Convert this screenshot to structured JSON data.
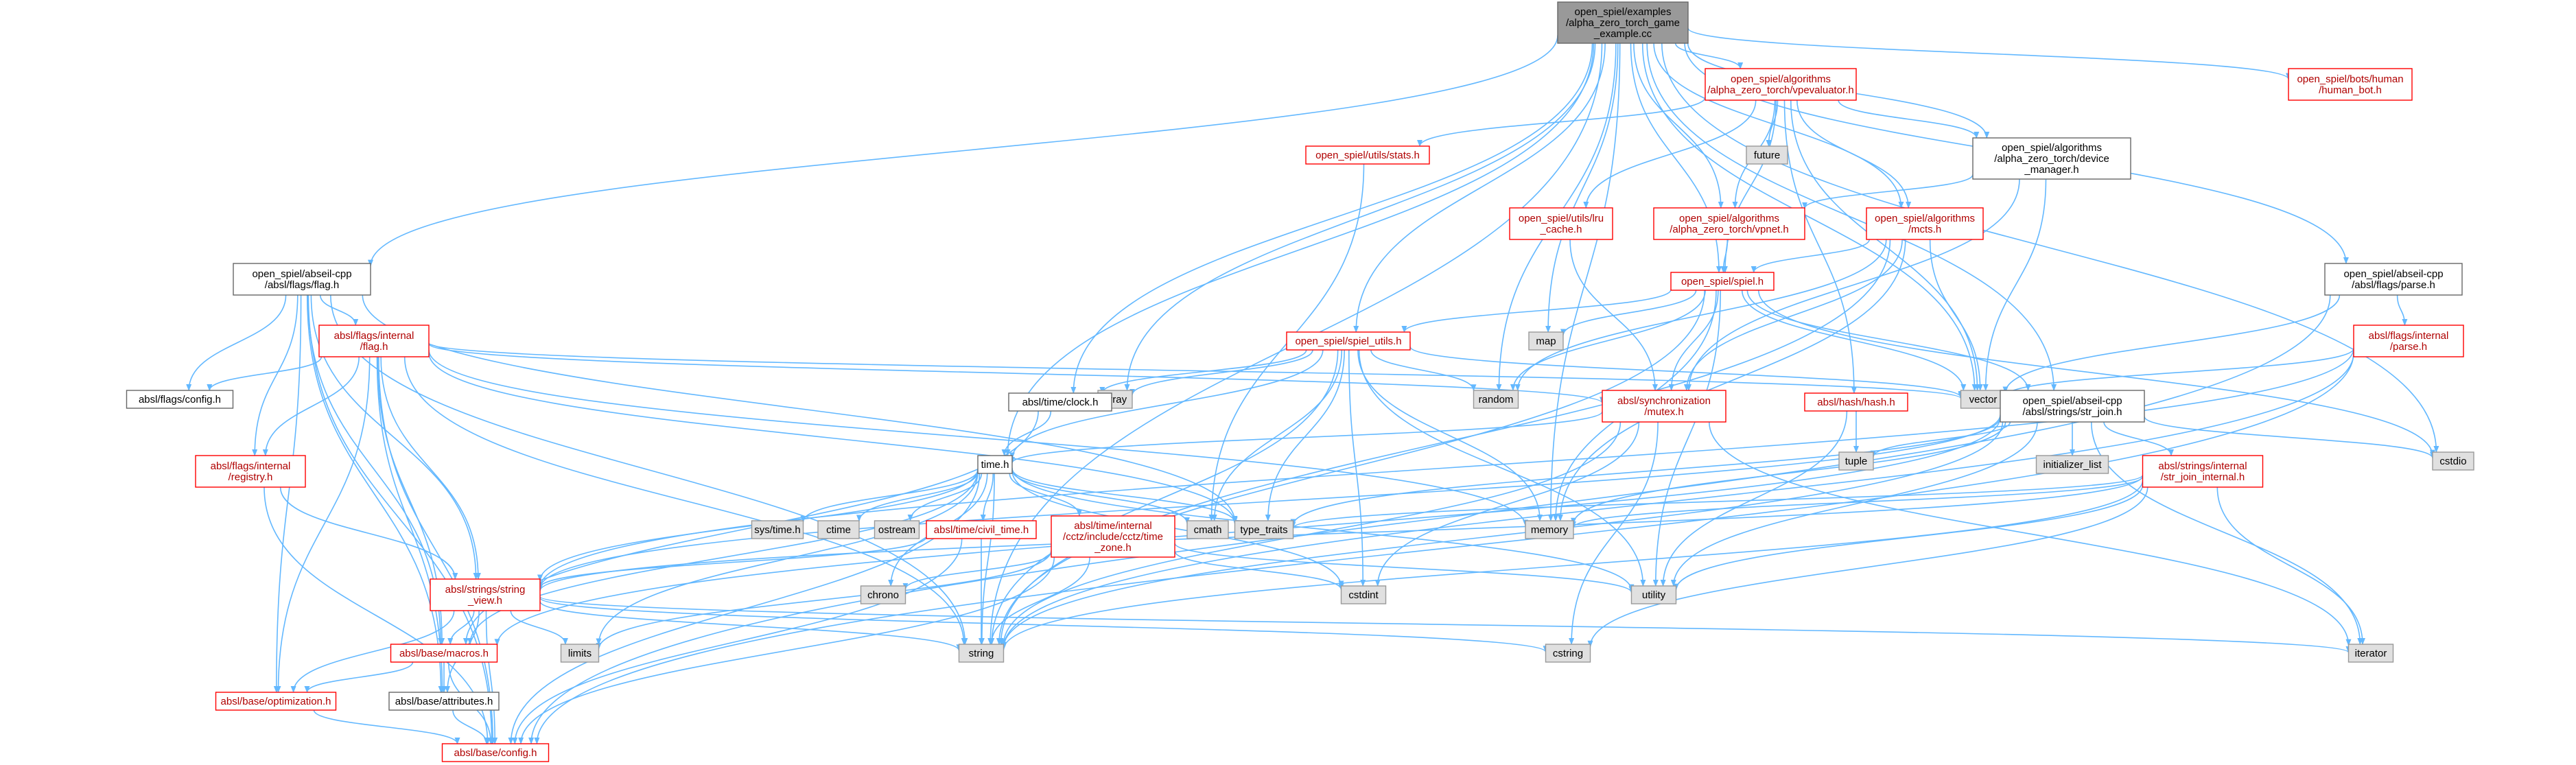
{
  "graph": {
    "colors": {
      "edge": "#63b8ff",
      "red_border": "#ff0000",
      "red_text": "#b00000",
      "black_border": "#666666",
      "gray_fill": "#e0e0e0",
      "root_fill": "#999999"
    },
    "nodes": [
      {
        "id": "root",
        "label": [
          "open_spiel/examples",
          "/alpha_zero_torch_game",
          "_example.cc"
        ],
        "style": "root"
      },
      {
        "id": "vpevaluator",
        "label": [
          "open_spiel/algorithms",
          "/alpha_zero_torch/vpevaluator.h"
        ],
        "style": "red"
      },
      {
        "id": "human_bot",
        "label": [
          "open_spiel/bots/human",
          "/human_bot.h"
        ],
        "style": "red"
      },
      {
        "id": "stats",
        "label": [
          "open_spiel/utils/stats.h"
        ],
        "style": "red"
      },
      {
        "id": "future",
        "label": [
          "future"
        ],
        "style": "gray"
      },
      {
        "id": "device_manager",
        "label": [
          "open_spiel/algorithms",
          "/alpha_zero_torch/device",
          "_manager.h"
        ],
        "style": "black"
      },
      {
        "id": "lru_cache",
        "label": [
          "open_spiel/utils/lru",
          "_cache.h"
        ],
        "style": "red"
      },
      {
        "id": "vpnet",
        "label": [
          "open_spiel/algorithms",
          "/alpha_zero_torch/vpnet.h"
        ],
        "style": "red"
      },
      {
        "id": "mcts",
        "label": [
          "open_spiel/algorithms",
          "/mcts.h"
        ],
        "style": "red"
      },
      {
        "id": "flag_h",
        "label": [
          "open_spiel/abseil-cpp",
          "/absl/flags/flag.h"
        ],
        "style": "black"
      },
      {
        "id": "parse_h",
        "label": [
          "open_spiel/abseil-cpp",
          "/absl/flags/parse.h"
        ],
        "style": "black"
      },
      {
        "id": "spiel_h",
        "label": [
          "open_spiel/spiel.h"
        ],
        "style": "red"
      },
      {
        "id": "internal_flag",
        "label": [
          "absl/flags/internal",
          "/flag.h"
        ],
        "style": "red"
      },
      {
        "id": "internal_parse",
        "label": [
          "absl/flags/internal",
          "/parse.h"
        ],
        "style": "red"
      },
      {
        "id": "spiel_utils",
        "label": [
          "open_spiel/spiel_utils.h"
        ],
        "style": "red"
      },
      {
        "id": "map",
        "label": [
          "map"
        ],
        "style": "gray"
      },
      {
        "id": "flags_config",
        "label": [
          "absl/flags/config.h"
        ],
        "style": "black"
      },
      {
        "id": "array",
        "label": [
          "array"
        ],
        "style": "gray"
      },
      {
        "id": "random",
        "label": [
          "random"
        ],
        "style": "gray"
      },
      {
        "id": "vector",
        "label": [
          "vector"
        ],
        "style": "gray"
      },
      {
        "id": "clock_h",
        "label": [
          "absl/time/clock.h"
        ],
        "style": "black"
      },
      {
        "id": "mutex_h",
        "label": [
          "absl/synchronization",
          "/mutex.h"
        ],
        "style": "red"
      },
      {
        "id": "hash_h",
        "label": [
          "absl/hash/hash.h"
        ],
        "style": "red"
      },
      {
        "id": "str_join",
        "label": [
          "open_spiel/abseil-cpp",
          "/absl/strings/str_join.h"
        ],
        "style": "black"
      },
      {
        "id": "registry",
        "label": [
          "absl/flags/internal",
          "/registry.h"
        ],
        "style": "red"
      },
      {
        "id": "tuple",
        "label": [
          "tuple"
        ],
        "style": "gray"
      },
      {
        "id": "cstdio",
        "label": [
          "cstdio"
        ],
        "style": "gray"
      },
      {
        "id": "time_h",
        "label": [
          "time.h"
        ],
        "style": "black"
      },
      {
        "id": "initializer_list",
        "label": [
          "initializer_list"
        ],
        "style": "gray"
      },
      {
        "id": "str_join_internal",
        "label": [
          "absl/strings/internal",
          "/str_join_internal.h"
        ],
        "style": "red"
      },
      {
        "id": "sys_time",
        "label": [
          "sys/time.h"
        ],
        "style": "gray"
      },
      {
        "id": "ctime",
        "label": [
          "ctime"
        ],
        "style": "gray"
      },
      {
        "id": "ostream",
        "label": [
          "ostream"
        ],
        "style": "gray"
      },
      {
        "id": "civil_time",
        "label": [
          "absl/time/civil_time.h"
        ],
        "style": "red"
      },
      {
        "id": "cctz_time_zone",
        "label": [
          "absl/time/internal",
          "/cctz/include/cctz/time",
          "_zone.h"
        ],
        "style": "red"
      },
      {
        "id": "cmath",
        "label": [
          "cmath"
        ],
        "style": "gray"
      },
      {
        "id": "type_traits",
        "label": [
          "type_traits"
        ],
        "style": "gray"
      },
      {
        "id": "memory",
        "label": [
          "memory"
        ],
        "style": "gray"
      },
      {
        "id": "string_view",
        "label": [
          "absl/strings/string",
          "_view.h"
        ],
        "style": "red"
      },
      {
        "id": "chrono",
        "label": [
          "chrono"
        ],
        "style": "gray"
      },
      {
        "id": "cstdint",
        "label": [
          "cstdint"
        ],
        "style": "gray"
      },
      {
        "id": "utility",
        "label": [
          "utility"
        ],
        "style": "gray"
      },
      {
        "id": "limits",
        "label": [
          "limits"
        ],
        "style": "gray"
      },
      {
        "id": "macros_h",
        "label": [
          "absl/base/macros.h"
        ],
        "style": "red"
      },
      {
        "id": "string",
        "label": [
          "string"
        ],
        "style": "gray"
      },
      {
        "id": "cstring",
        "label": [
          "cstring"
        ],
        "style": "gray"
      },
      {
        "id": "iterator",
        "label": [
          "iterator"
        ],
        "style": "gray"
      },
      {
        "id": "optimization_h",
        "label": [
          "absl/base/optimization.h"
        ],
        "style": "red"
      },
      {
        "id": "attributes_h",
        "label": [
          "absl/base/attributes.h"
        ],
        "style": "black"
      },
      {
        "id": "config_h",
        "label": [
          "absl/base/config.h"
        ],
        "style": "red"
      }
    ],
    "edges": [
      [
        "root",
        "vpevaluator"
      ],
      [
        "root",
        "human_bot"
      ],
      [
        "root",
        "vpnet"
      ],
      [
        "root",
        "mcts"
      ],
      [
        "root",
        "flag_h"
      ],
      [
        "root",
        "parse_h"
      ],
      [
        "root",
        "spiel_h"
      ],
      [
        "root",
        "spiel_utils"
      ],
      [
        "root",
        "map"
      ],
      [
        "root",
        "array"
      ],
      [
        "root",
        "random"
      ],
      [
        "root",
        "vector"
      ],
      [
        "root",
        "clock_h"
      ],
      [
        "root",
        "str_join"
      ],
      [
        "root",
        "cstdio"
      ],
      [
        "root",
        "time_h"
      ],
      [
        "root",
        "memory"
      ],
      [
        "root",
        "string"
      ],
      [
        "root",
        "device_manager"
      ],
      [
        "vpevaluator",
        "stats"
      ],
      [
        "vpevaluator",
        "future"
      ],
      [
        "vpevaluator",
        "device_manager"
      ],
      [
        "vpevaluator",
        "lru_cache"
      ],
      [
        "vpevaluator",
        "vpnet"
      ],
      [
        "vpevaluator",
        "mcts"
      ],
      [
        "vpevaluator",
        "spiel_h"
      ],
      [
        "vpevaluator",
        "hash_h"
      ],
      [
        "vpevaluator",
        "vector"
      ],
      [
        "device_manager",
        "vpnet"
      ],
      [
        "device_manager",
        "mutex_h"
      ],
      [
        "device_manager",
        "vector"
      ],
      [
        "lru_cache",
        "mutex_h"
      ],
      [
        "stats",
        "cmath"
      ],
      [
        "vpnet",
        "spiel_h"
      ],
      [
        "mcts",
        "spiel_h"
      ],
      [
        "mcts",
        "random"
      ],
      [
        "mcts",
        "memory"
      ],
      [
        "mcts",
        "vector"
      ],
      [
        "mcts",
        "string"
      ],
      [
        "mcts",
        "mutex_h"
      ],
      [
        "spiel_h",
        "spiel_utils"
      ],
      [
        "spiel_h",
        "map"
      ],
      [
        "spiel_h",
        "random"
      ],
      [
        "spiel_h",
        "mutex_h"
      ],
      [
        "spiel_h",
        "str_join"
      ],
      [
        "spiel_h",
        "vector"
      ],
      [
        "spiel_h",
        "memory"
      ],
      [
        "spiel_h",
        "string"
      ],
      [
        "spiel_h",
        "utility"
      ],
      [
        "spiel_h",
        "cstdio"
      ],
      [
        "flag_h",
        "internal_flag"
      ],
      [
        "flag_h",
        "flags_config"
      ],
      [
        "flag_h",
        "registry"
      ],
      [
        "flag_h",
        "string_view"
      ],
      [
        "flag_h",
        "optimization_h"
      ],
      [
        "flag_h",
        "attributes_h"
      ],
      [
        "flag_h",
        "config_h"
      ],
      [
        "flag_h",
        "type_traits"
      ],
      [
        "flag_h",
        "string"
      ],
      [
        "flag_h",
        "macros_h"
      ],
      [
        "parse_h",
        "internal_parse"
      ],
      [
        "parse_h",
        "vector"
      ],
      [
        "parse_h",
        "config_h"
      ],
      [
        "internal_parse",
        "vector"
      ],
      [
        "internal_parse",
        "string"
      ],
      [
        "internal_parse",
        "string_view"
      ],
      [
        "internal_parse",
        "config_h"
      ],
      [
        "internal_flag",
        "flags_config"
      ],
      [
        "internal_flag",
        "registry"
      ],
      [
        "internal_flag",
        "mutex_h"
      ],
      [
        "internal_flag",
        "string_view"
      ],
      [
        "internal_flag",
        "optimization_h"
      ],
      [
        "internal_flag",
        "attributes_h"
      ],
      [
        "internal_flag",
        "config_h"
      ],
      [
        "internal_flag",
        "memory"
      ],
      [
        "internal_flag",
        "string"
      ],
      [
        "internal_flag",
        "type_traits"
      ],
      [
        "internal_flag",
        "vector"
      ],
      [
        "internal_flag",
        "macros_h"
      ],
      [
        "registry",
        "string_view"
      ],
      [
        "registry",
        "config_h"
      ],
      [
        "spiel_utils",
        "clock_h"
      ],
      [
        "spiel_utils",
        "time_h"
      ],
      [
        "spiel_utils",
        "array"
      ],
      [
        "spiel_utils",
        "random"
      ],
      [
        "spiel_utils",
        "vector"
      ],
      [
        "spiel_utils",
        "cmath"
      ],
      [
        "spiel_utils",
        "type_traits"
      ],
      [
        "spiel_utils",
        "string"
      ],
      [
        "spiel_utils",
        "cstdint"
      ],
      [
        "spiel_utils",
        "utility"
      ],
      [
        "spiel_utils",
        "memory"
      ],
      [
        "clock_h",
        "time_h"
      ],
      [
        "clock_h",
        "macros_h"
      ],
      [
        "mutex_h",
        "time_h"
      ],
      [
        "mutex_h",
        "cstdint"
      ],
      [
        "mutex_h",
        "cstring"
      ],
      [
        "mutex_h",
        "iterator"
      ],
      [
        "mutex_h",
        "string"
      ],
      [
        "hash_h",
        "tuple"
      ],
      [
        "hash_h",
        "utility"
      ],
      [
        "str_join",
        "str_join_internal"
      ],
      [
        "str_join",
        "initializer_list"
      ],
      [
        "str_join",
        "string_view"
      ],
      [
        "str_join",
        "iterator"
      ],
      [
        "str_join",
        "string"
      ],
      [
        "str_join",
        "utility"
      ],
      [
        "str_join",
        "type_traits"
      ],
      [
        "str_join",
        "memory"
      ],
      [
        "str_join",
        "macros_h"
      ],
      [
        "str_join",
        "cstdio"
      ],
      [
        "str_join",
        "tuple"
      ],
      [
        "str_join_internal",
        "string_view"
      ],
      [
        "str_join_internal",
        "iterator"
      ],
      [
        "str_join_internal",
        "memory"
      ],
      [
        "str_join_internal",
        "string"
      ],
      [
        "str_join_internal",
        "type_traits"
      ],
      [
        "str_join_internal",
        "utility"
      ],
      [
        "str_join_internal",
        "cstring"
      ],
      [
        "time_h",
        "sys_time"
      ],
      [
        "time_h",
        "ctime"
      ],
      [
        "time_h",
        "ostream"
      ],
      [
        "time_h",
        "civil_time"
      ],
      [
        "time_h",
        "cctz_time_zone"
      ],
      [
        "time_h",
        "cmath"
      ],
      [
        "time_h",
        "type_traits"
      ],
      [
        "time_h",
        "string_view"
      ],
      [
        "time_h",
        "chrono"
      ],
      [
        "time_h",
        "cstdint"
      ],
      [
        "time_h",
        "utility"
      ],
      [
        "time_h",
        "limits"
      ],
      [
        "time_h",
        "string"
      ],
      [
        "time_h",
        "macros_h"
      ],
      [
        "time_h",
        "config_h"
      ],
      [
        "civil_time",
        "string_view"
      ],
      [
        "civil_time",
        "string"
      ],
      [
        "civil_time",
        "config_h"
      ],
      [
        "cctz_time_zone",
        "chrono"
      ],
      [
        "cctz_time_zone",
        "cstdint"
      ],
      [
        "cctz_time_zone",
        "limits"
      ],
      [
        "cctz_time_zone",
        "string"
      ],
      [
        "cctz_time_zone",
        "utility"
      ],
      [
        "cctz_time_zone",
        "config_h"
      ],
      [
        "string_view",
        "limits"
      ],
      [
        "string_view",
        "macros_h"
      ],
      [
        "string_view",
        "optimization_h"
      ],
      [
        "string_view",
        "attributes_h"
      ],
      [
        "string_view",
        "config_h"
      ],
      [
        "string_view",
        "cstring"
      ],
      [
        "string_view",
        "iterator"
      ],
      [
        "string_view",
        "string"
      ],
      [
        "macros_h",
        "optimization_h"
      ],
      [
        "macros_h",
        "attributes_h"
      ],
      [
        "macros_h",
        "config_h"
      ],
      [
        "optimization_h",
        "config_h"
      ],
      [
        "attributes_h",
        "config_h"
      ]
    ]
  }
}
